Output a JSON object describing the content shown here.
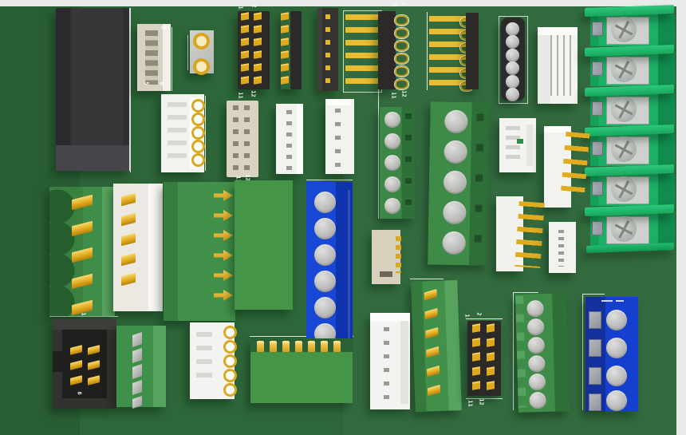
{
  "scene": {
    "description": "3D rendered printed circuit board populated with through-hole connectors",
    "background_color": "#e9ebe8",
    "board_color": "#2d6739",
    "accent_colors": {
      "gold_pin": "#e0ab1e",
      "connector_green": "#3f8d49",
      "barrier_terminal_green": "#18a85e",
      "terminal_blue": "#1544d0",
      "part_white": "#f2f2ef",
      "part_beige": "#d8d2c0",
      "part_black": "#2b2a28",
      "metal_gray": "#b9b9b7",
      "silkscreen_white": "#ffffff"
    },
    "components": [
      "large-black-connector",
      "beige-wire-connector-6",
      "smd-clip-2-ring",
      "pin-header-2x6",
      "pin-header-1x6",
      "shrouded-pin-header-1x6",
      "right-angle-pin-header-long",
      "right-angle-pin-header-bent",
      "female-socket-header-1x6",
      "white-shrouded-connector",
      "screw-barrier-terminal-6",
      "white-wire-connector-5-gold",
      "idc-socket-2x6",
      "white-wire-connector-6",
      "white-wire-connector-5",
      "terminal-block-5-green-small",
      "terminal-block-5-green-large",
      "white-connector-small",
      "white-connector-gold-pins",
      "pluggable-terminal-green-open",
      "pluggable-terminal-white",
      "pluggable-terminal-green-chevrons",
      "terminal-block-plain-green",
      "terminal-block-6-blue",
      "beige-smd-connector",
      "white-connector-gold-pins-2",
      "white-connector-6-small",
      "idc-box-header-2x3",
      "pluggable-terminal-green-5",
      "white-wire-connector-4",
      "screw-terminal-strip-7",
      "pluggable-terminal-green-hooks",
      "white-wire-connector-6-vertical",
      "pin-header-2x5",
      "terminal-block-6-green",
      "terminal-block-4-blue"
    ]
  },
  "silkscreen": {
    "beige_connector": {
      "pin2": "2",
      "pin5": "5",
      "pin6": "6"
    },
    "header_2x6": {
      "pin1": "1",
      "pin2": "2",
      "pin11": "11",
      "pin12": "12"
    },
    "right_angle_header": {
      "pin1": "1",
      "pin2": "2",
      "pin11": "11",
      "pin12": "12"
    },
    "idc_socket_2x6": {
      "pin11": "11",
      "pin12": "12"
    },
    "header_2x5": {
      "pin1": "1",
      "pin2": "2",
      "pin11": "11",
      "pin12": "12"
    },
    "idc_header_2x3": {
      "pin1": "1",
      "pin6": "6"
    }
  }
}
